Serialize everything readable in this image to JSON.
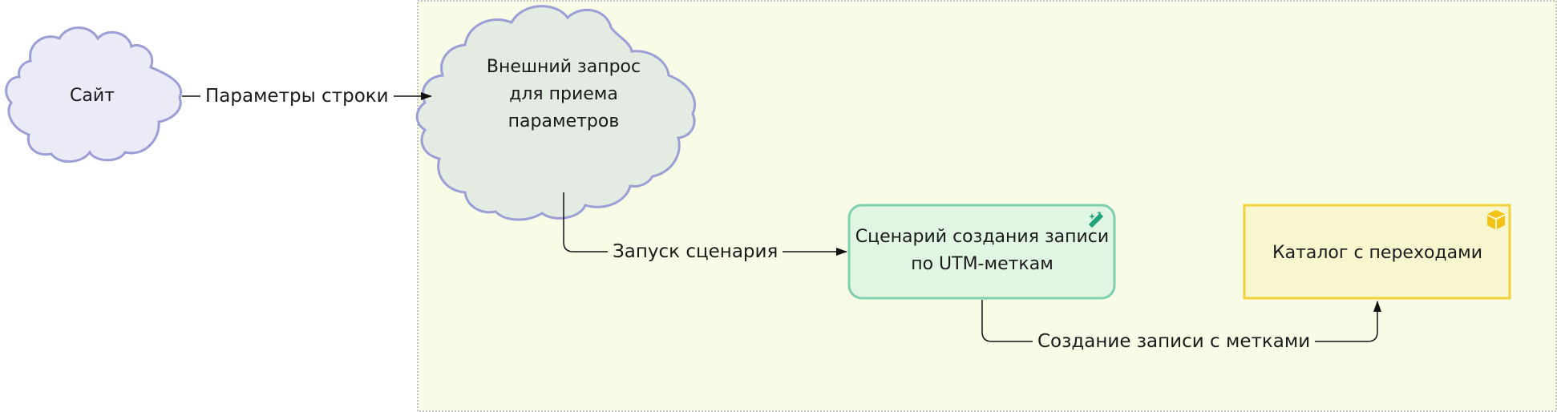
{
  "nodes": {
    "site": {
      "label": "Сайт",
      "color_fill": "#ebebf8",
      "color_stroke": "#9b9fd6"
    },
    "external_request": {
      "label": "Внешний запрос\nдля приема\nпараметров",
      "color_fill": "#e3ebe2",
      "color_stroke": "#9b9fd6"
    },
    "scenario": {
      "label": "Сценарий создания записи\nпо UTM-меткам",
      "color_fill": "#e1f5e3",
      "color_stroke": "#7ecfb0",
      "icon": "magic-wand-icon",
      "icon_color": "#1fa37a"
    },
    "catalog": {
      "label": "Каталог с переходами",
      "color_fill": "#f7f6cf",
      "color_stroke": "#f2d13a",
      "icon": "box-icon",
      "icon_color": "#f2c314"
    }
  },
  "edges": {
    "site_to_request": {
      "label": "Параметры строки"
    },
    "request_to_scenario": {
      "label": "Запуск сценария"
    },
    "scenario_to_catalog": {
      "label": "Создание записи с метками"
    }
  },
  "container": {
    "color_fill": "#f8fce6",
    "color_stroke": "#8a8a8a"
  }
}
